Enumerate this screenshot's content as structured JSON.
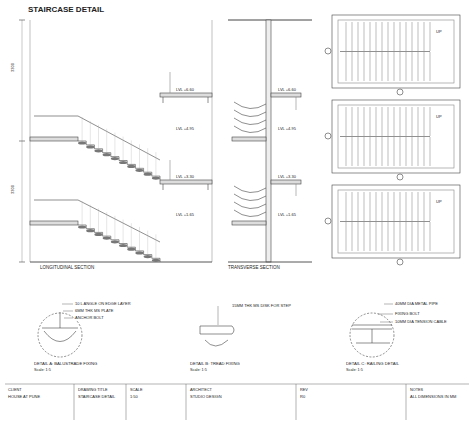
{
  "diagram": {
    "title": "STAIRCASE DETAIL",
    "labels": [
      "LONGITUDINAL SECTION",
      "TRANSVERSE SECTION",
      "LVL +6.60",
      "LVL +4.95",
      "LVL +3.30",
      "LVL +1.65",
      "LVL +6.60",
      "LVL +4.95",
      "LVL +3.30",
      "LVL +1.65",
      "UP",
      "UP",
      "UP",
      "3300",
      "3300",
      "10 L ANGLE ON EDGE LAYER",
      "6MM THK MS PLATE",
      "ANCHOR BOLT",
      "DETAIL A: BALUSTRADE FIXING",
      "Scale: 1:5",
      "15MM THK MS DISK FOR STEP",
      "DETAIL B: TREAD FIXING",
      "Scale: 1:5",
      "40MM DIA METAL PIPE",
      "FIXING BOLT",
      "10MM DIA TENSION CABLE",
      "DETAIL C: RAILING DETAIL",
      "Scale: 1:5",
      "CLIENT",
      "HOUSE AT PUNE",
      "DRAWING TITLE",
      "STAIRCASE DETAIL",
      "SCALE",
      "1:50",
      "ARCHITECT",
      "STUDIO DESIGN",
      "REV",
      "R0",
      "NOTES",
      "ALL DIMENSIONS IN MM"
    ]
  }
}
